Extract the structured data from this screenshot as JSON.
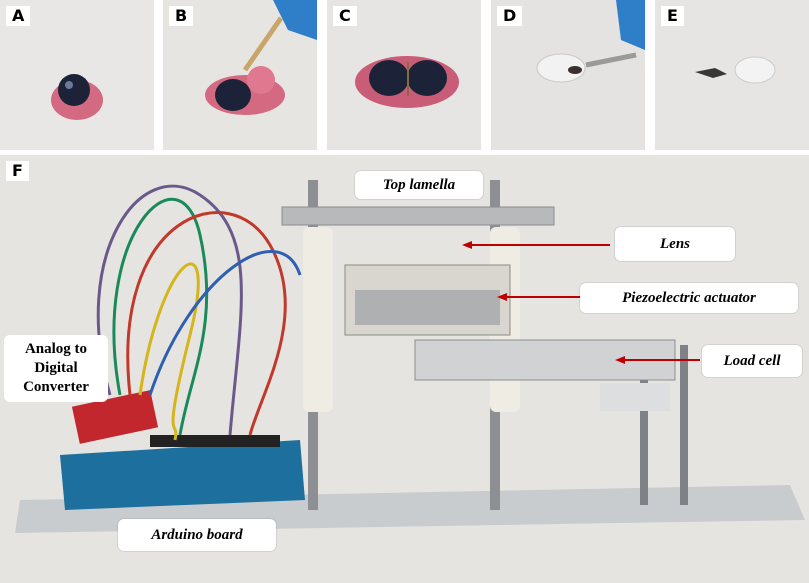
{
  "panels": {
    "a": {
      "letter": "A"
    },
    "b": {
      "letter": "B"
    },
    "c": {
      "letter": "C"
    },
    "d": {
      "letter": "D"
    },
    "e": {
      "letter": "E"
    },
    "f": {
      "letter": "F"
    }
  },
  "labels": {
    "top_lamella": "Top lamella",
    "lens": "Lens",
    "piezo": "Piezoelectric actuator",
    "load_cell": "Load cell",
    "adc_line1": "Analog to",
    "adc_line2": "Digital",
    "adc_line3": "Converter",
    "arduino": "Arduino board"
  },
  "colors": {
    "arrow": "#c00000",
    "background": "#e6e4e1",
    "tissue_pink": "#d46a82",
    "cornea_dark": "#1c2238",
    "glove_blue": "#2f7fc8"
  }
}
